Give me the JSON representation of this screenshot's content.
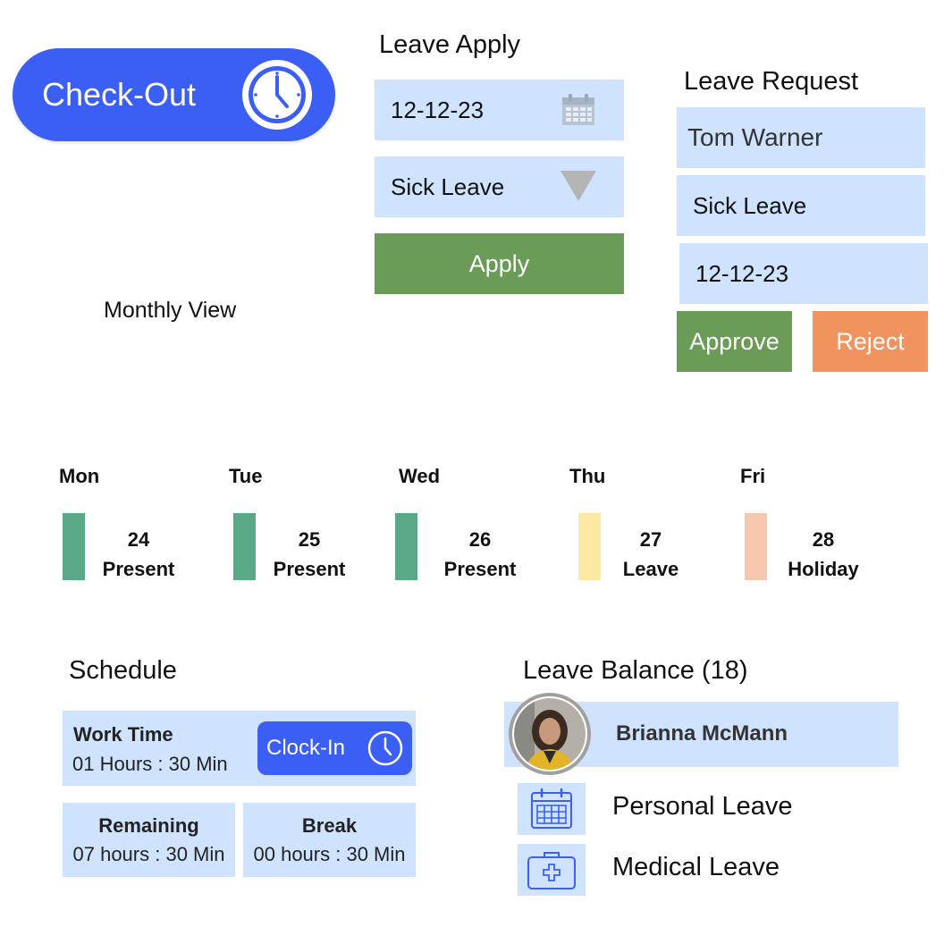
{
  "checkout": {
    "label": "Check-Out",
    "icon": "clock-icon"
  },
  "leave_apply": {
    "title": "Leave Apply",
    "date_value": "12-12-23",
    "leave_type": "Sick Leave",
    "apply_label": "Apply",
    "colors": {
      "field": "#cfe3ff",
      "apply": "#6a9b57"
    }
  },
  "leave_request": {
    "title": "Leave Request",
    "name": "Tom Warner",
    "leave_type": "Sick Leave",
    "date": "12-12-23",
    "approve_label": "Approve",
    "reject_label": "Reject",
    "colors": {
      "approve": "#6a9b57",
      "reject": "#f0935f"
    }
  },
  "monthly_view": {
    "title": "Monthly View",
    "days": [
      {
        "name": "Mon",
        "date": "24",
        "status": "Present",
        "color": "#5aa986"
      },
      {
        "name": "Tue",
        "date": "25",
        "status": "Present",
        "color": "#5aa986"
      },
      {
        "name": "Wed",
        "date": "26",
        "status": "Present",
        "color": "#5aa986"
      },
      {
        "name": "Thu",
        "date": "27",
        "status": "Leave",
        "color": "#fde8a1"
      },
      {
        "name": "Fri",
        "date": "28",
        "status": "Holiday",
        "color": "#f6c6ad"
      }
    ]
  },
  "schedule": {
    "title": "Schedule",
    "work_time_label": "Work Time",
    "work_time_value": "01 Hours : 30 Min",
    "clock_in_label": "Clock-In",
    "remaining_label": "Remaining",
    "remaining_value": "07 hours : 30 Min",
    "break_label": "Break",
    "break_value": "00 hours : 30 Min"
  },
  "leave_balance": {
    "title": "Leave Balance (18)",
    "user_name": "Brianna McMann",
    "items": [
      {
        "label": "Personal Leave",
        "icon": "calendar-icon"
      },
      {
        "label": "Medical Leave",
        "icon": "medical-kit-icon"
      }
    ]
  }
}
